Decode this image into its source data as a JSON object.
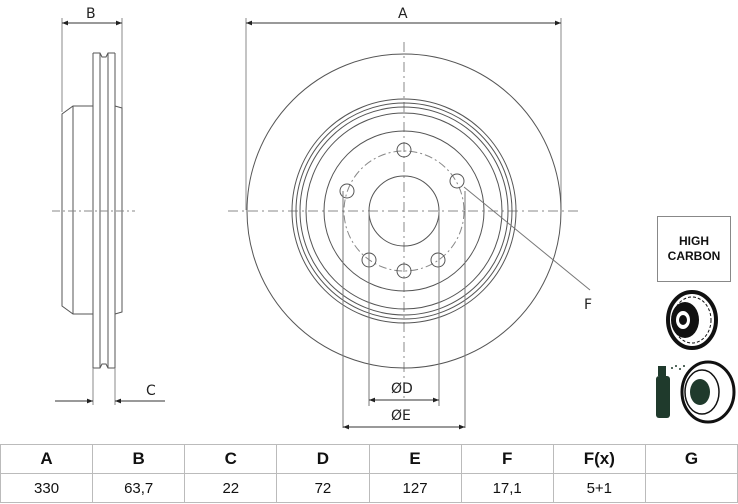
{
  "drawing": {
    "dimension_labels": {
      "A": "A",
      "B": "B",
      "C": "C",
      "D": "ØD",
      "E": "ØE",
      "F": "F"
    },
    "bolt_holes": 6
  },
  "badges": {
    "material_line1": "HIGH",
    "material_line2": "CARBON",
    "icons": [
      "vented-disc-icon",
      "coated-disc-spray-icon"
    ]
  },
  "specs_table": {
    "headers": [
      "A",
      "B",
      "C",
      "D",
      "E",
      "F",
      "F(x)",
      "G"
    ],
    "values": [
      "330",
      "63,7",
      "22",
      "72",
      "127",
      "17,1",
      "5+1",
      ""
    ]
  },
  "colors": {
    "line": "#555555",
    "icon_dark": "#1f3a2c",
    "table_border": "#bbbbbb"
  }
}
